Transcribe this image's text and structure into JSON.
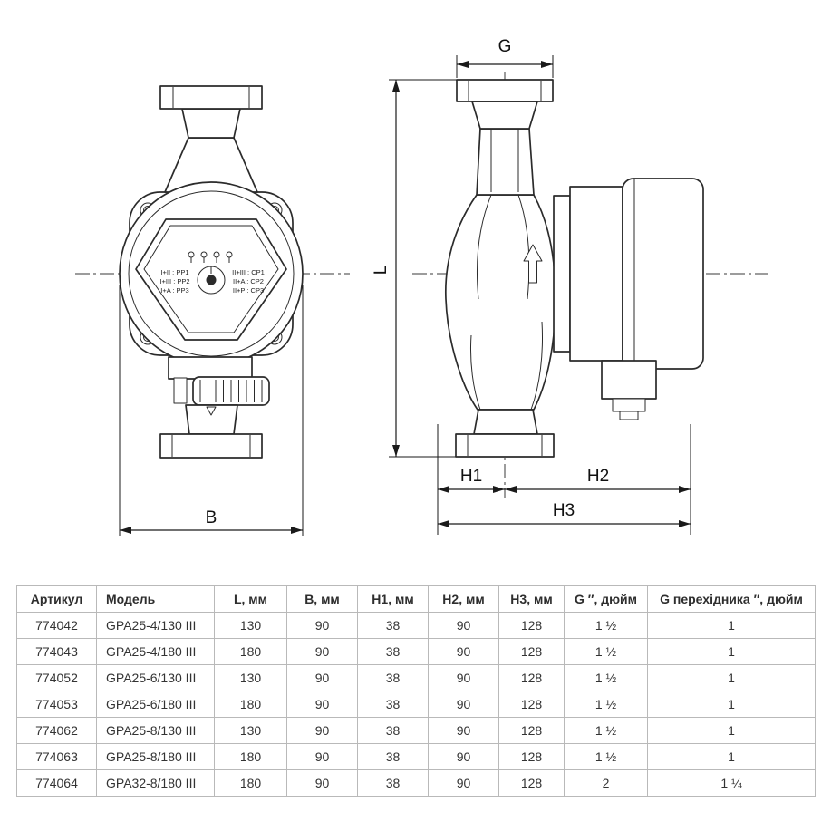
{
  "drawing": {
    "dimensions": {
      "g": "G",
      "l": "L",
      "b": "B",
      "h1": "H1",
      "h2": "H2",
      "h3": "H3"
    },
    "faceplate": {
      "left_lines": [
        "I+II : PP1",
        "I+III : PP2",
        "I+A : PP3"
      ],
      "right_lines": [
        "II+III : CP1",
        "II+A : CP2",
        "II+P : CP3"
      ]
    },
    "stroke_color": "#2b2b2b"
  },
  "table": {
    "headers": [
      "Артикул",
      "Модель",
      "L, мм",
      "B, мм",
      "H1, мм",
      "H2, мм",
      "H3, мм",
      "G ″, дюйм",
      "G перехідника ″, дюйм"
    ],
    "rows": [
      [
        "774042",
        "GPA25-4/130 III",
        "130",
        "90",
        "38",
        "90",
        "128",
        "1 ½",
        "1"
      ],
      [
        "774043",
        "GPA25-4/180 III",
        "180",
        "90",
        "38",
        "90",
        "128",
        "1 ½",
        "1"
      ],
      [
        "774052",
        "GPA25-6/130 III",
        "130",
        "90",
        "38",
        "90",
        "128",
        "1 ½",
        "1"
      ],
      [
        "774053",
        "GPA25-6/180 III",
        "180",
        "90",
        "38",
        "90",
        "128",
        "1 ½",
        "1"
      ],
      [
        "774062",
        "GPA25-8/130 III",
        "130",
        "90",
        "38",
        "90",
        "128",
        "1 ½",
        "1"
      ],
      [
        "774063",
        "GPA25-8/180 III",
        "180",
        "90",
        "38",
        "90",
        "128",
        "1 ½",
        "1"
      ],
      [
        "774064",
        "GPA32-8/180 III",
        "180",
        "90",
        "38",
        "90",
        "128",
        "2",
        "1 ¼"
      ]
    ]
  }
}
